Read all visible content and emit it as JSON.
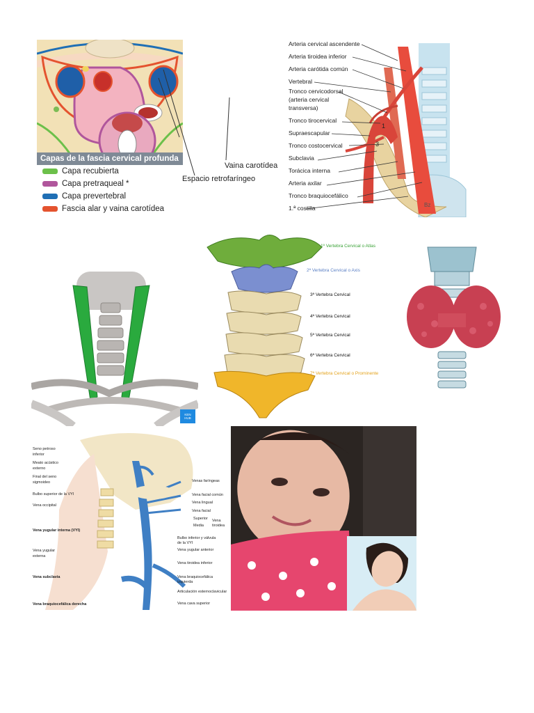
{
  "fascia": {
    "legend_title": "Capas de la fascia cervical profunda",
    "legend": [
      {
        "label": "Capa recubierta",
        "color": "#6cc04a"
      },
      {
        "label": "Capa pretraqueal *",
        "color": "#b0569c"
      },
      {
        "label": "Capa prevertebral",
        "color": "#1f6fb5"
      },
      {
        "label": "Fascia alar y vaina carotídea",
        "color": "#e4532f"
      }
    ],
    "label_vaina": "Vaina carotídea",
    "label_espacio": "Espacio retrofaríngeo"
  },
  "arteries": {
    "labels": [
      "Arteria cervical ascendente",
      "Arteria tiroidea inferior",
      "Arteria carótida común",
      "Vertebral",
      "Tronco cervicodorsal",
      "(arteria cervical",
      "transversa)",
      "Tronco tirocervical",
      "Supraescapular",
      "Tronco costocervical",
      "Subclavia",
      "Torácica interna",
      "Arteria axilar",
      "Tronco braquiocefálico",
      "1.ª costilla"
    ],
    "rib_number": "1",
    "rib_number2": "3",
    "corner_tag": "Bz"
  },
  "muscle": {
    "logo_text": "KEN HUB"
  },
  "vertebrae": {
    "labels": [
      {
        "text": "1º Vertebra Cervical o Atlas",
        "color": "#3aa237"
      },
      {
        "text": "2ª Vertebra Cervical o Axis",
        "color": "#5a7fc4"
      },
      {
        "text": "3ª Vertebra Cervical",
        "color": "#111111"
      },
      {
        "text": "4ª Vertebra Cervical",
        "color": "#111111"
      },
      {
        "text": "5ª Vertebra Cervical",
        "color": "#111111"
      },
      {
        "text": "6ª Vertebra Cervical",
        "color": "#111111"
      },
      {
        "text": "7ª Vertebra Cervical o Prominente",
        "color": "#e3a21a"
      }
    ]
  },
  "veins": {
    "left_labels": [
      "Seno petroso",
      "inferior",
      "Meato acústico",
      "externo",
      "Final del seno",
      "sigmoideo",
      "Bulbo superior de la VYI",
      "Vena occipital",
      "Vena yugular interna (VYI)",
      "Vena yugular",
      "externa",
      "Vena subclavia",
      "Vena braquiocefálica derecha"
    ],
    "right_labels": [
      "Venas faríngeas",
      "Vena facial común",
      "Vena lingual",
      "Vena facial",
      "Superior",
      "Media",
      "Vena",
      "tiroidea",
      "Bulbo inferior y válvula",
      "de la VYI",
      "Vena yugular anterior",
      "Vena tiroidea inferior",
      "Vena braquiocefálica",
      "izquierda",
      "Articulación esternoclavicular",
      "Vena cava superior"
    ]
  }
}
